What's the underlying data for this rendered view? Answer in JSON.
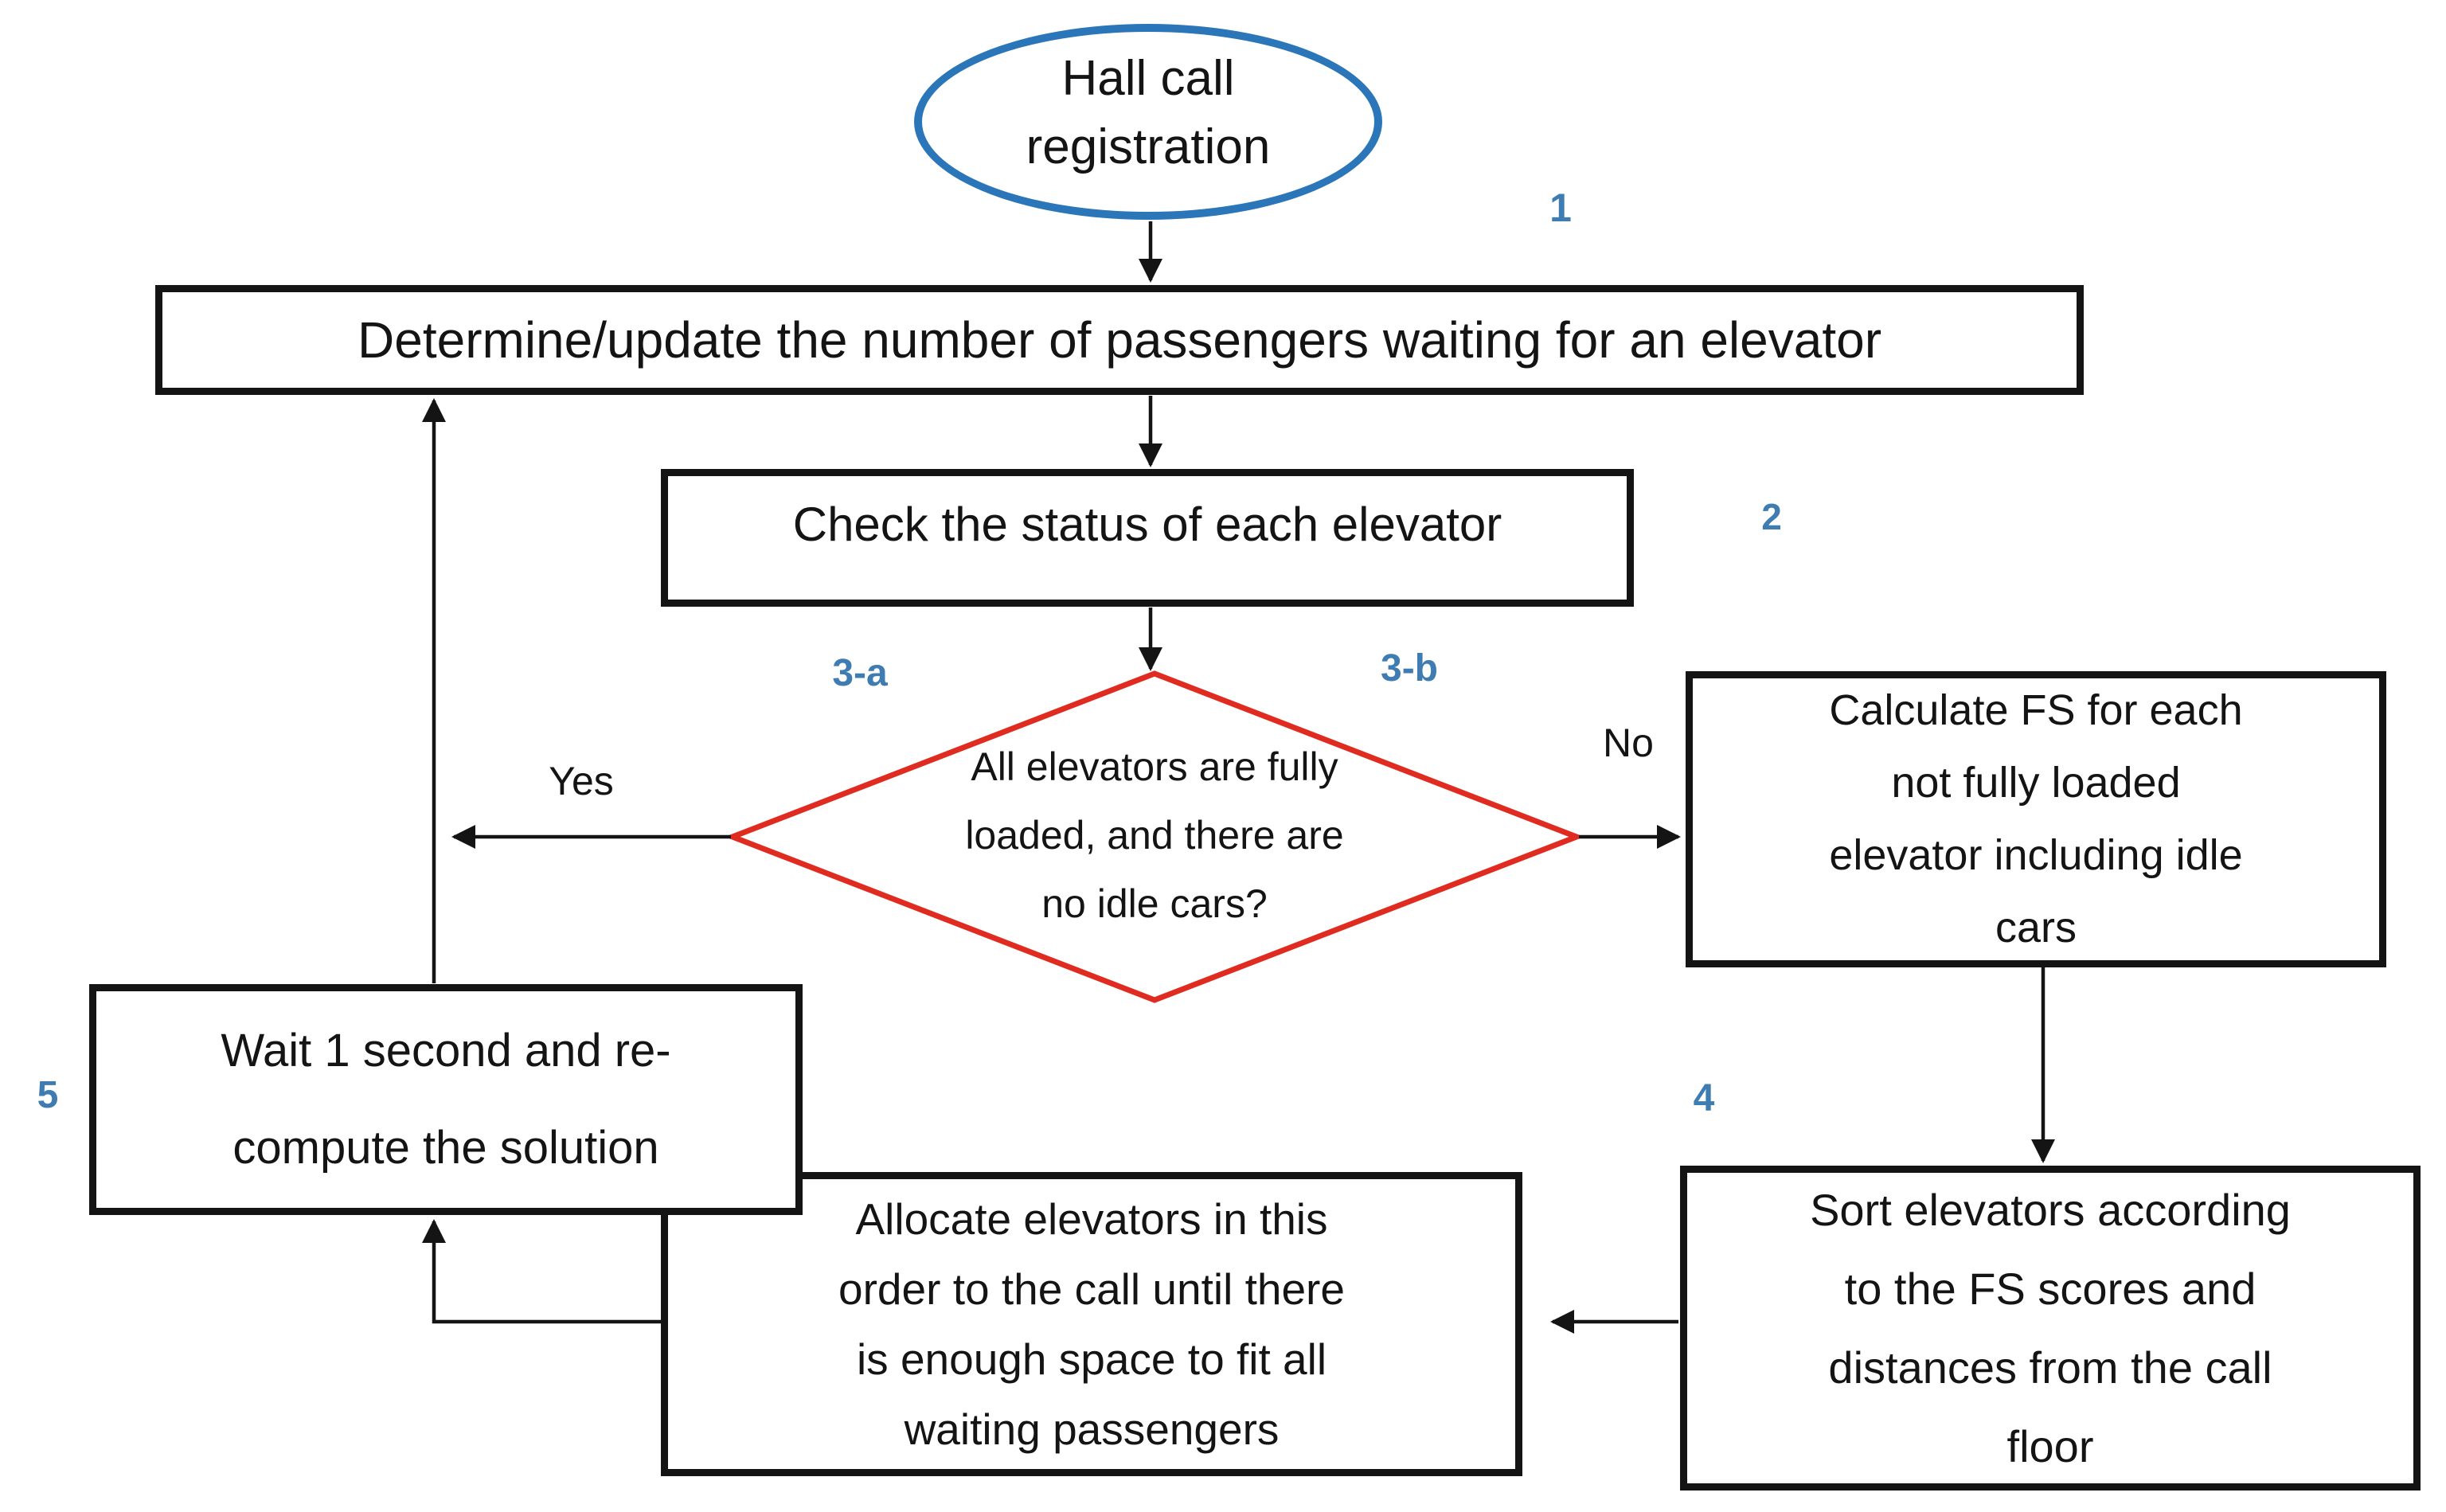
{
  "diagram_type": "flowchart",
  "colors": {
    "process_border": "#141414",
    "start_outline": "#2b76b9",
    "decision_outline": "#e02b20",
    "step_label_blue": "#3e7cb1",
    "connector": "#141414",
    "background": "#ffffff"
  },
  "nodes": {
    "start": {
      "lines": [
        "Hall call",
        "registration"
      ]
    },
    "update_waiting": {
      "text": "Determine/update the number of passengers waiting for an elevator",
      "step": "1"
    },
    "check_status": {
      "text": "Check the status of each elevator",
      "step": "2"
    },
    "decision_fully_loaded": {
      "lines": [
        "All elevators are fully",
        "loaded, and there are",
        "no idle cars?"
      ],
      "label_left": "3-a",
      "label_right": "3-b"
    },
    "calculate_fs": {
      "lines": [
        "Calculate FS for each",
        "not fully loaded",
        "elevator including idle",
        "cars"
      ]
    },
    "sort_elevators": {
      "lines": [
        "Sort elevators according",
        "to the FS scores and",
        "distances from the call",
        "floor"
      ],
      "step": "4"
    },
    "allocate": {
      "lines": [
        "Allocate elevators in this",
        "order to the call until there",
        "is enough space to fit all",
        "waiting passengers"
      ]
    },
    "wait_recompute": {
      "lines": [
        "Wait 1 second and re-",
        "compute the solution"
      ],
      "step": "5"
    }
  },
  "edges": {
    "yes_label": "Yes",
    "no_label": "No"
  }
}
